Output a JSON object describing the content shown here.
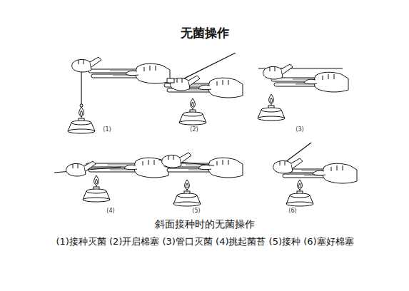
{
  "diagram": {
    "title": "无菌操作",
    "caption": "斜面接种时的无菌操作",
    "labels": [
      "(1)",
      "(2)",
      "(3)",
      "(4)",
      "(5)",
      "(6)",
      "(1)接种灭菌 (2)开启棉塞 (3)管口灭菌 (4)挑起菌苔 (5)接种 (6)塞好棉塞"
    ]
  }
}
